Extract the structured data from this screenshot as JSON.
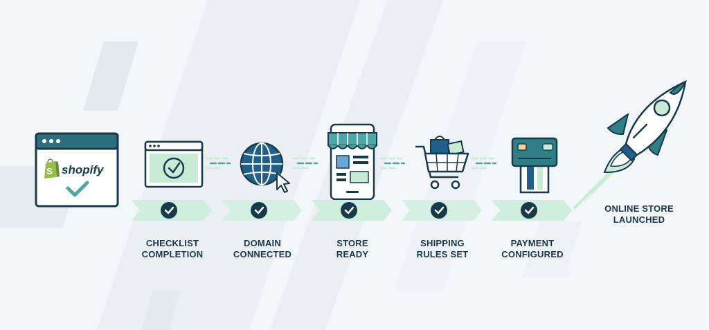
{
  "logo": {
    "text": "shopify"
  },
  "steps": [
    {
      "icon": "checklist-window-icon",
      "line1": "CHECKLIST",
      "line2": "COMPLETION"
    },
    {
      "icon": "globe-cursor-icon",
      "line1": "DOMAIN",
      "line2": "CONNECTED"
    },
    {
      "icon": "storefront-phone-icon",
      "line1": "STORE",
      "line2": "READY"
    },
    {
      "icon": "shopping-cart-icon",
      "line1": "SHIPPING",
      "line2": "RULES SET"
    },
    {
      "icon": "credit-card-icon",
      "line1": "PAYMENT",
      "line2": "CONFIGURED"
    }
  ],
  "final": {
    "icon": "rocket-icon",
    "line1": "ONLINE STORE",
    "line2": "LAUNCHED"
  },
  "colors": {
    "navy": "#173a4a",
    "teal": "#4fa6a6",
    "mint": "#c8ead6",
    "light_mint": "#dff3e7",
    "check": "#2b5c6e",
    "blue": "#1f5f8a"
  }
}
